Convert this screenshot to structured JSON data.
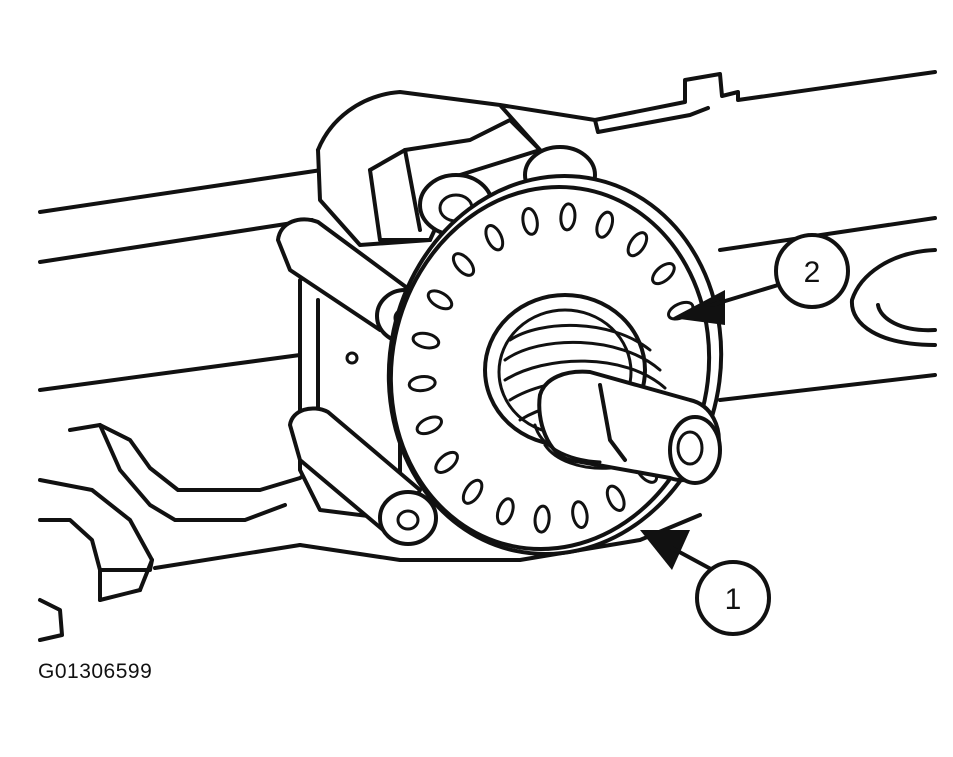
{
  "figure_id": "G01306599",
  "callouts": [
    {
      "number": "1"
    },
    {
      "number": "2"
    }
  ],
  "colors": {
    "line": "#111111",
    "background": "#ffffff"
  }
}
